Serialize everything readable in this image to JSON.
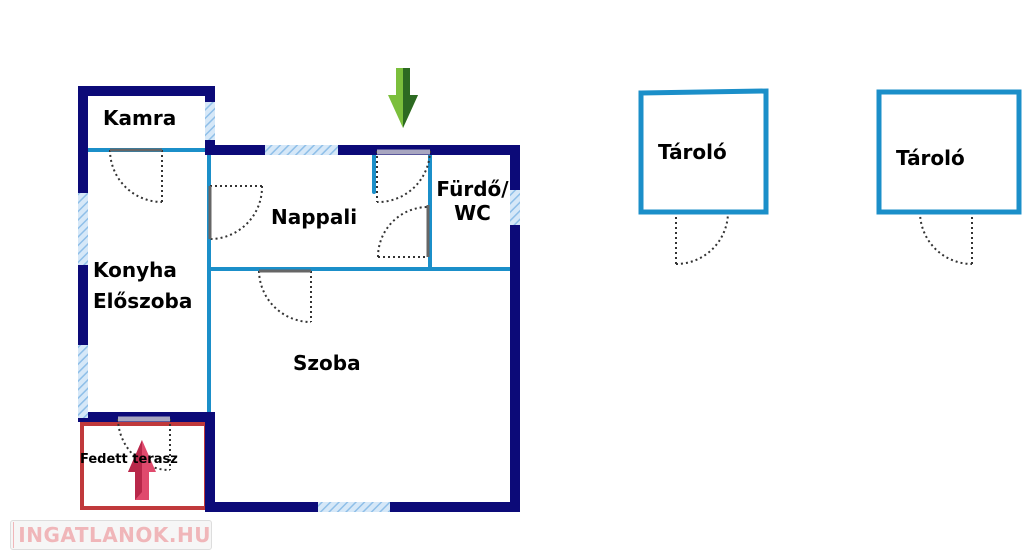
{
  "rooms": {
    "kamra": "Kamra",
    "nappali": "Nappali",
    "furdo_line1": "Fürdő/",
    "furdo_line2": "WC",
    "konyha_line1": "Konyha",
    "konyha_line2": "Előszoba",
    "szoba": "Szoba",
    "terasz": "Fedett terasz",
    "tarolo1": "Tároló",
    "tarolo2": "Tároló"
  },
  "watermark": "INGATLANOK.HU",
  "colors": {
    "outer_wall": "#0c0a78",
    "inner_wall": "#1b8fc9",
    "window": "#9cc8ec",
    "terrace": "#c0393b",
    "entrance_arrow": "#7bbf3c",
    "terrace_arrow": "#d2405f"
  }
}
